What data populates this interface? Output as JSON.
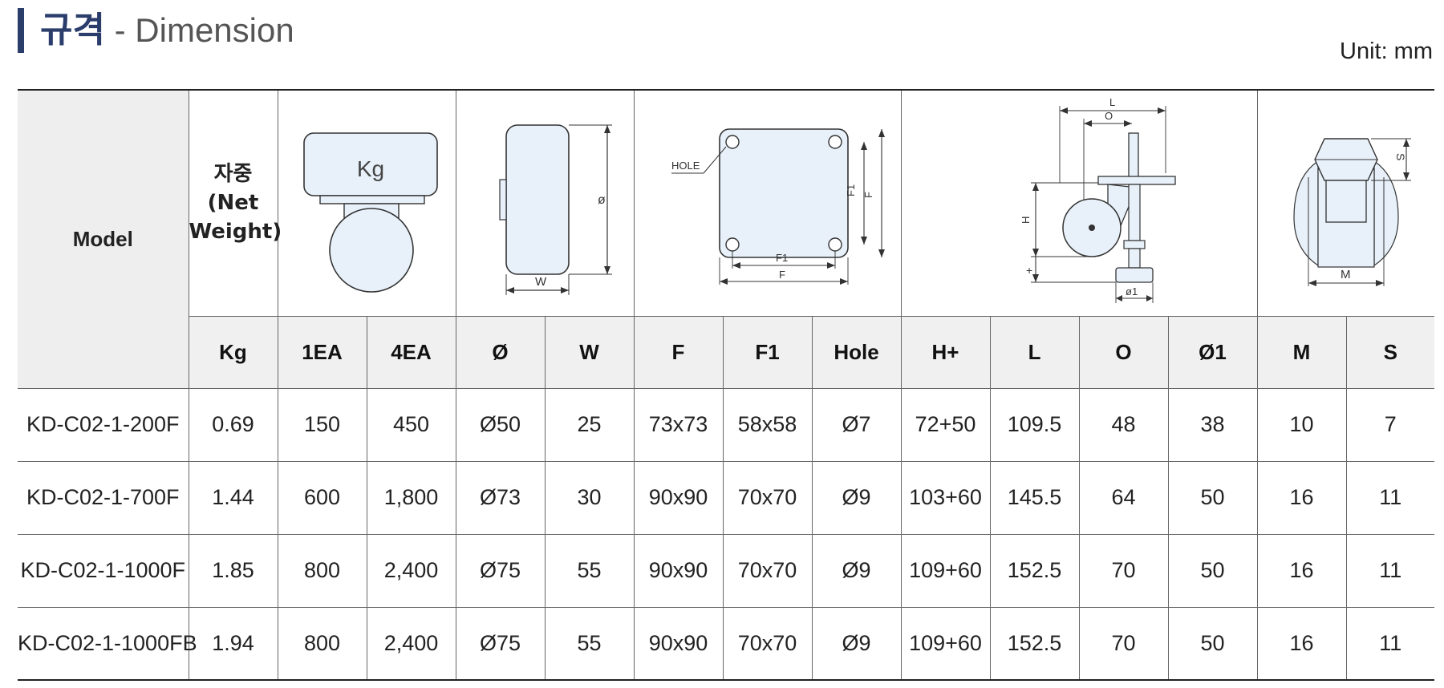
{
  "header": {
    "title_ko": "규격",
    "title_sep": " - ",
    "title_en": "Dimension",
    "unit": "Unit: mm"
  },
  "diagram_labels": {
    "weight_icon": "Kg",
    "diameter": "ø",
    "width": "W",
    "hole": "HOLE",
    "f1": "F1",
    "f": "F",
    "l": "L",
    "o": "O",
    "h": "H",
    "plus": "+",
    "d1": "ø1",
    "s": "S",
    "m": "M"
  },
  "table": {
    "model_header": "Model",
    "weight_header": [
      "자중",
      "(Net",
      "Weight)"
    ],
    "columns": [
      "Kg",
      "1EA",
      "4EA",
      "Ø",
      "W",
      "F",
      "F1",
      "Hole",
      "H+",
      "L",
      "O",
      "Ø1",
      "M",
      "S"
    ],
    "rows": [
      [
        "KD-C02-1-200F",
        "0.69",
        "150",
        "450",
        "Ø50",
        "25",
        "73x73",
        "58x58",
        "Ø7",
        "72+50",
        "109.5",
        "48",
        "38",
        "10",
        "7"
      ],
      [
        "KD-C02-1-700F",
        "1.44",
        "600",
        "1,800",
        "Ø73",
        "30",
        "90x90",
        "70x70",
        "Ø9",
        "103+60",
        "145.5",
        "64",
        "50",
        "16",
        "11"
      ],
      [
        "KD-C02-1-1000F",
        "1.85",
        "800",
        "2,400",
        "Ø75",
        "55",
        "90x90",
        "70x70",
        "Ø9",
        "109+60",
        "152.5",
        "70",
        "50",
        "16",
        "11"
      ],
      [
        "KD-C02-1-1000FB",
        "1.94",
        "800",
        "2,400",
        "Ø75",
        "55",
        "90x90",
        "70x70",
        "Ø9",
        "109+60",
        "152.5",
        "70",
        "50",
        "16",
        "11"
      ]
    ]
  },
  "colors": {
    "accent": "#2b3d6b",
    "diagram_fill": "#e8f1fa",
    "header_bg": "#f0f0f0"
  }
}
